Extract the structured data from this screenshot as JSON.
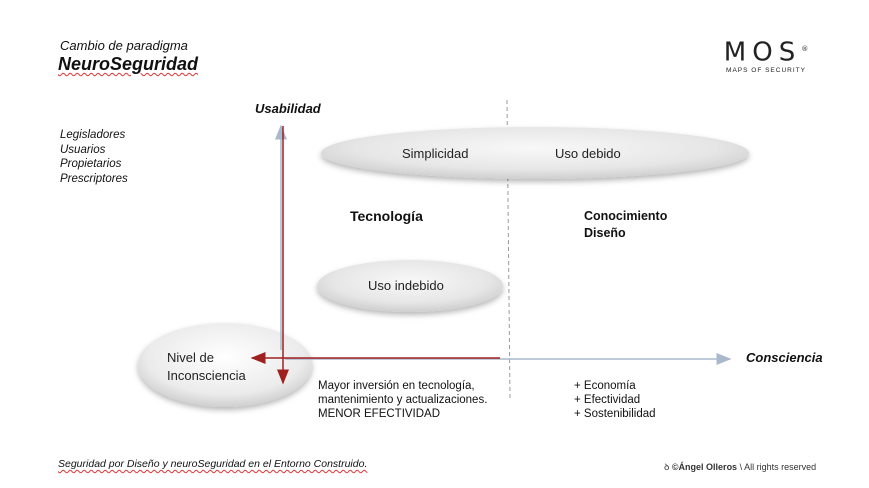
{
  "header": {
    "subtitle": "Cambio de paradigma",
    "title": "NeuroSeguridad"
  },
  "logo": {
    "mark": "MOS",
    "registered": "®",
    "tagline": "MAPS OF SECURITY"
  },
  "axes": {
    "y_label": "Usabilidad",
    "x_label": "Consciencia"
  },
  "stakeholders": [
    "Legisladores",
    "Usuarios",
    "Propietarios",
    "Prescriptores"
  ],
  "ovals": {
    "top_left": "Simplicidad",
    "top_right": "Uso debido",
    "middle": "Uso indebido",
    "origin_line1": "Nivel de",
    "origin_line2": "Inconsciencia"
  },
  "quadrants": {
    "left_heading": "Tecnología",
    "right_heading_line1": "Conocimiento",
    "right_heading_line2": "Diseño"
  },
  "notes": {
    "left": [
      "Mayor inversión en tecnología,",
      "mantenimiento y actualizaciones.",
      "MENOR EFECTIVIDAD"
    ],
    "right": [
      "+ Economía",
      "+ Efectividad",
      "+ Sostenibilidad"
    ]
  },
  "footer": {
    "left": "Seguridad por Diseño y neuroSeguridad en el Entorno Construido.",
    "right_mark": "ꝺ",
    "right_author": "©Ángel Olleros",
    "right_rights": "\\ All rights reserved"
  },
  "colors": {
    "axis_light": "#aab8cc",
    "arrow_red": "#a02020",
    "oval_fill": "#e9e9e9",
    "dashed_line": "#9a9a9a"
  }
}
